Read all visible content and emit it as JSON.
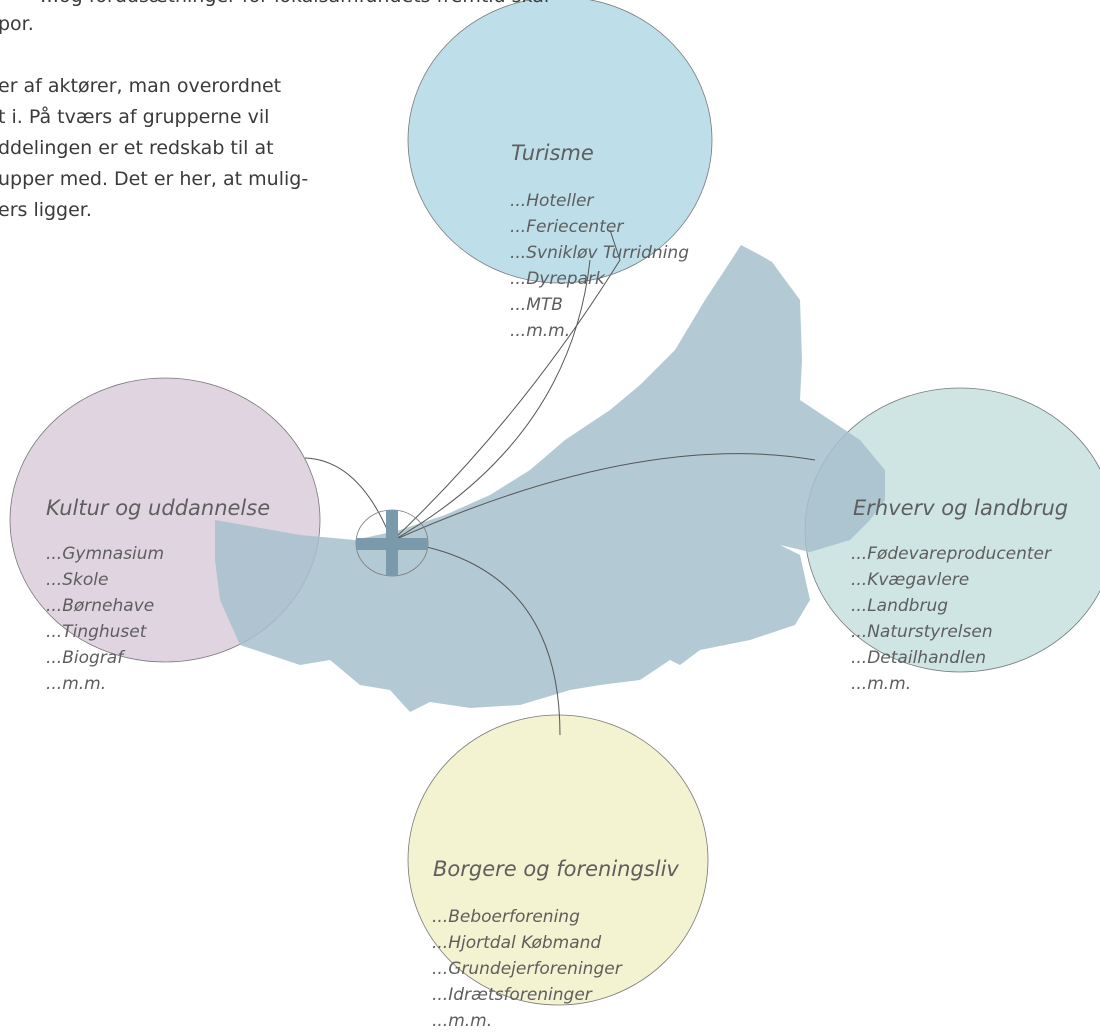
{
  "intro_lines": [
    "…og forudsætninger for lokalsamfundets fremtid skal",
    "por.",
    "er af aktører, man overordnet",
    "t i. På tværs af grupperne vil",
    "ddelingen er et redskab til at",
    "upper med. Det er her, at mulig-",
    "ers ligger."
  ],
  "groups": {
    "turisme": {
      "title": "Turisme",
      "items": [
        "...Hoteller",
        "...Feriecenter",
        "...Svnikløv Turridning",
        "...Dyrepark",
        "...MTB",
        "...m.m."
      ],
      "color": "#bedee9"
    },
    "kultur": {
      "title": "Kultur og uddannelse",
      "items": [
        "...Gymnasium",
        "...Skole",
        "...Børnehave",
        "...Tinghuset",
        "...Biograf",
        "...m.m."
      ],
      "color": "#e1d4e1"
    },
    "erhverv": {
      "title": "Erhverv og landbrug",
      "items": [
        "...Fødevareproducenter",
        "...Kvægavlere",
        "...Landbrug",
        "...Naturstyrelsen",
        "...Detailhandlen",
        "...m.m."
      ],
      "color": "#cee5e3"
    },
    "borgere": {
      "title": "Borgere og foreningsliv",
      "items": [
        "...Beboerforening",
        "...Hjortdal Købmand",
        "...Grundejerforeninger",
        "...Idrætsforeninger",
        "...m.m."
      ],
      "color": "#f3f2d1"
    }
  },
  "colors": {
    "map": "#a6bfcc",
    "marker": "#7a99ab",
    "connector": "#555555"
  }
}
